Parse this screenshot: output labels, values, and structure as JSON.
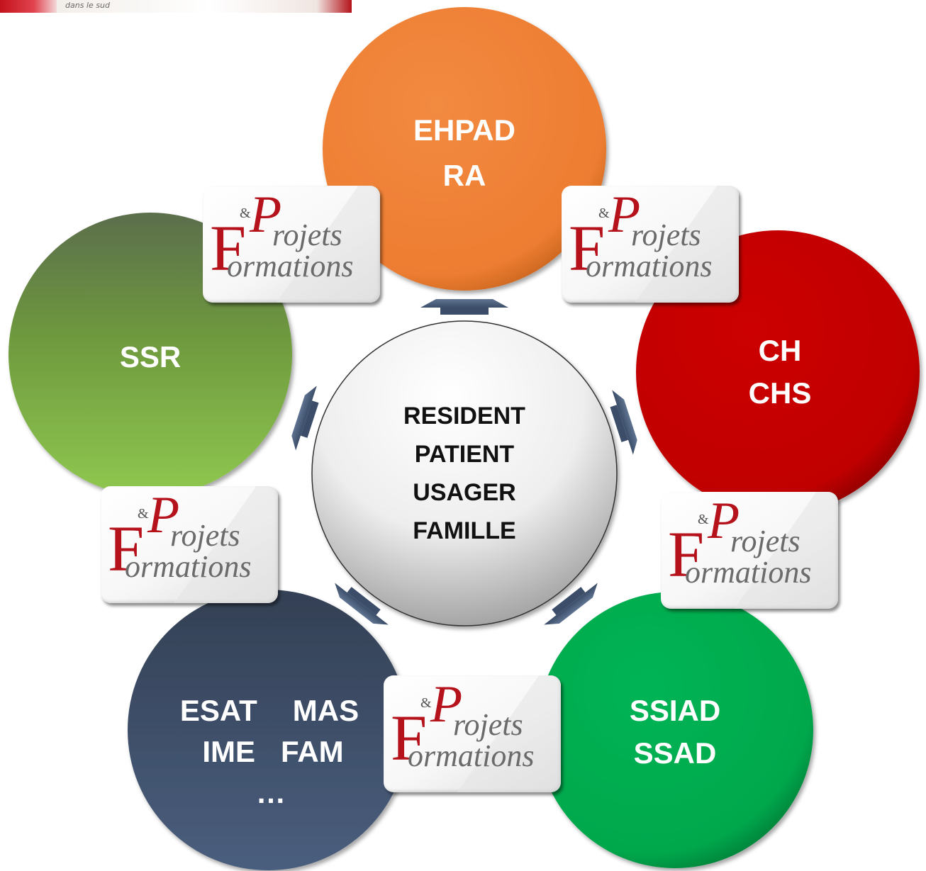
{
  "banner": {
    "text": "dans le sud"
  },
  "center": {
    "lines": [
      "RESIDENT",
      "PATIENT",
      "USAGER",
      "FAMILLE"
    ]
  },
  "nodes": {
    "ehpad": {
      "line1": "EHPAD",
      "line2": "RA",
      "color": "#ed7d31"
    },
    "ch": {
      "line1": "CH",
      "line2": "CHS",
      "color": "#c00000"
    },
    "ssiad": {
      "line1": "SSIAD",
      "line2": "SSAD",
      "color": "#00b050"
    },
    "esat": {
      "line1a": "ESAT",
      "line1b": "MAS",
      "line2a": "IME",
      "line2b": "FAM",
      "line3": "…",
      "color": "#3a4e6b"
    },
    "ssr": {
      "line1": "SSR",
      "color": "#7aab3e"
    }
  },
  "logo": {
    "amp": "&",
    "p": "P",
    "rojets": "rojets",
    "f": "F",
    "ormations": "ormations"
  },
  "arrow_color": "#4f6380"
}
